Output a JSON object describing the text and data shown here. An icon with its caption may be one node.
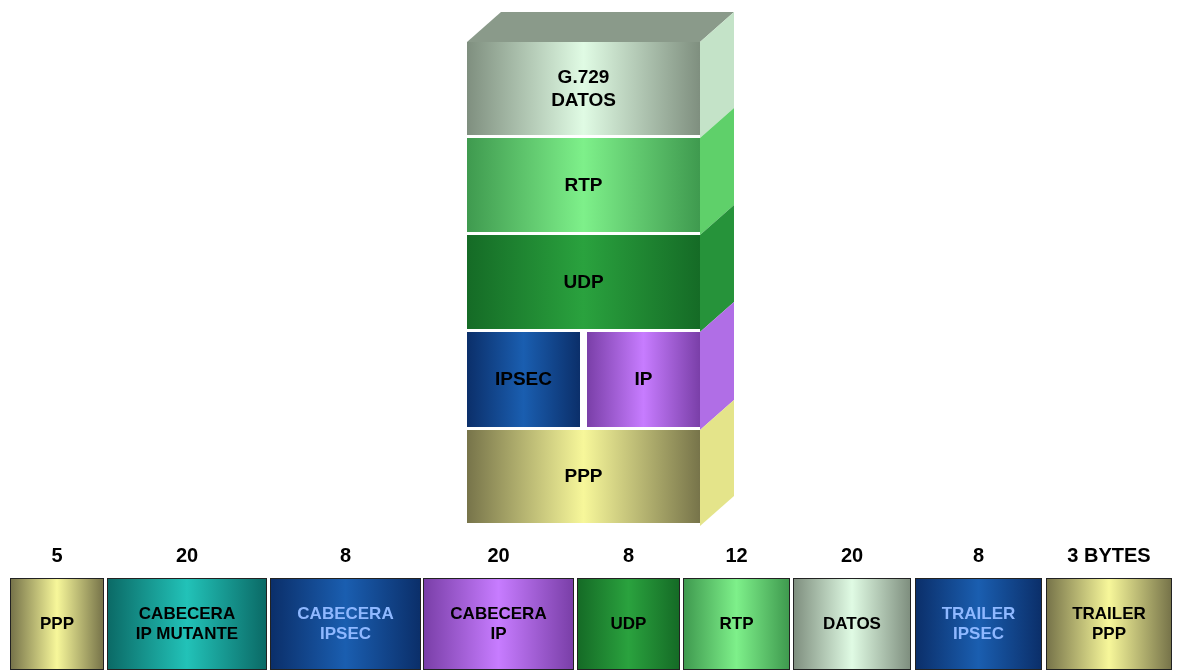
{
  "diagram": {
    "nodes": [
      {
        "text": [
          "G.729 DATOS"
        ]
      },
      {
        "text": [
          "RTP"
        ]
      },
      {
        "text": [
          "UDP"
        ]
      },
      {
        "text": [
          "IPSEC"
        ]
      },
      {
        "text": [
          "IP"
        ]
      },
      {
        "text": [
          "PPP"
        ]
      },
      {
        "text": [
          "PPP"
        ],
        "beside": [
          "5"
        ]
      },
      {
        "text": [
          "CABECERA IP MUTANTE"
        ],
        "beside": [
          "20"
        ]
      },
      {
        "text": [
          "CABECERA IPSEC"
        ],
        "beside": [
          "8"
        ]
      },
      {
        "text": [
          "CABECERA IP"
        ],
        "beside": [
          "20"
        ]
      },
      {
        "text": [
          "UDP"
        ],
        "beside": [
          "8"
        ]
      },
      {
        "text": [
          "RTP"
        ],
        "beside": [
          "12"
        ]
      },
      {
        "text": [
          "DATOS"
        ],
        "beside": [
          "20"
        ]
      },
      {
        "text": [
          "TRAILER IPSEC"
        ],
        "beside": [
          "8"
        ]
      },
      {
        "text": [
          "TRAILER PPP"
        ],
        "beside": [
          "3 BYTES"
        ]
      }
    ]
  }
}
